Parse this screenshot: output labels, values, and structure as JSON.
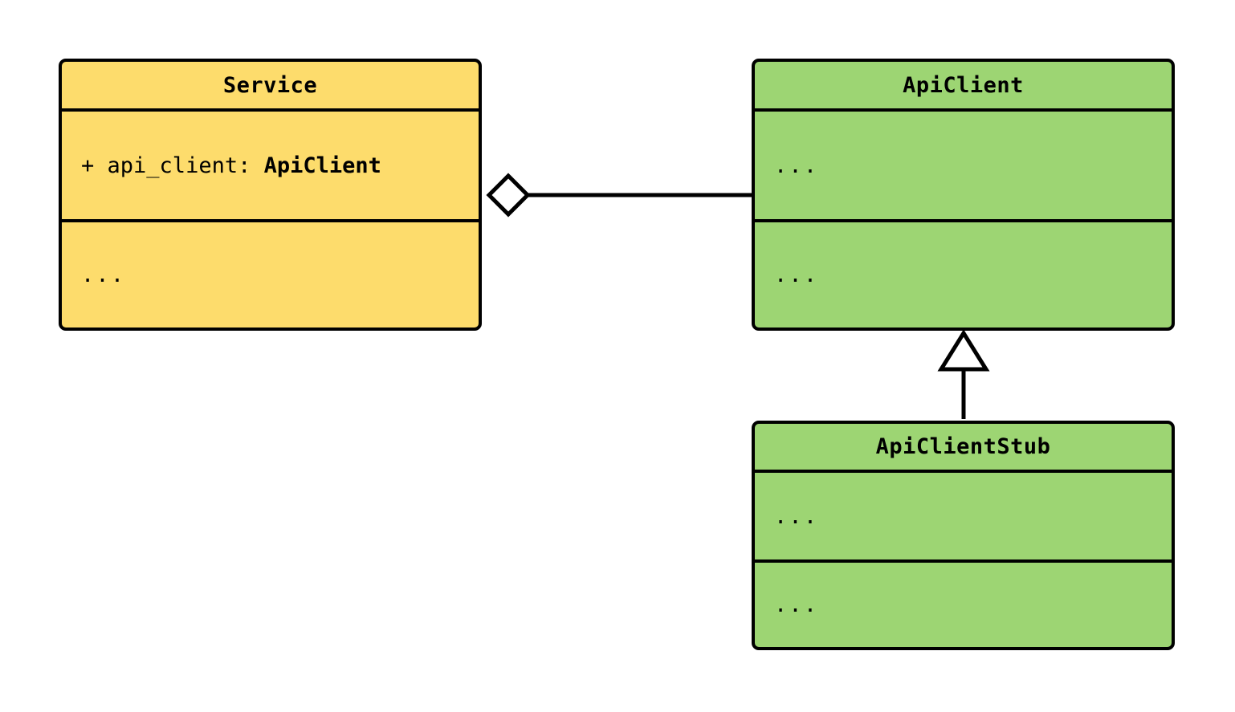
{
  "diagram": {
    "kind": "uml-class-diagram",
    "background": "#ffffff",
    "colors": {
      "service_fill": "#FDDC6C",
      "api_client_fill": "#9DD573",
      "api_client_stub_fill": "#9DD573",
      "stroke": "#000000",
      "relation_fill": "#ffffff"
    }
  },
  "classes": {
    "service": {
      "name": "Service",
      "attributes": {
        "visibility": "+",
        "field": "api_client:",
        "type": "ApiClient",
        "full": "+ api_client: ApiClient"
      },
      "methods": "...",
      "fill": "#FDDC6C"
    },
    "api_client": {
      "name": "ApiClient",
      "attributes": "...",
      "methods": "...",
      "fill": "#9DD573"
    },
    "api_client_stub": {
      "name": "ApiClientStub",
      "attributes": "...",
      "methods": "...",
      "fill": "#9DD573"
    }
  },
  "relations": {
    "aggregation": {
      "type": "aggregation",
      "marker": "hollow-diamond",
      "from": "Service",
      "to": "ApiClient"
    },
    "inheritance": {
      "type": "generalization",
      "marker": "hollow-triangle",
      "from": "ApiClientStub",
      "to": "ApiClient"
    }
  }
}
